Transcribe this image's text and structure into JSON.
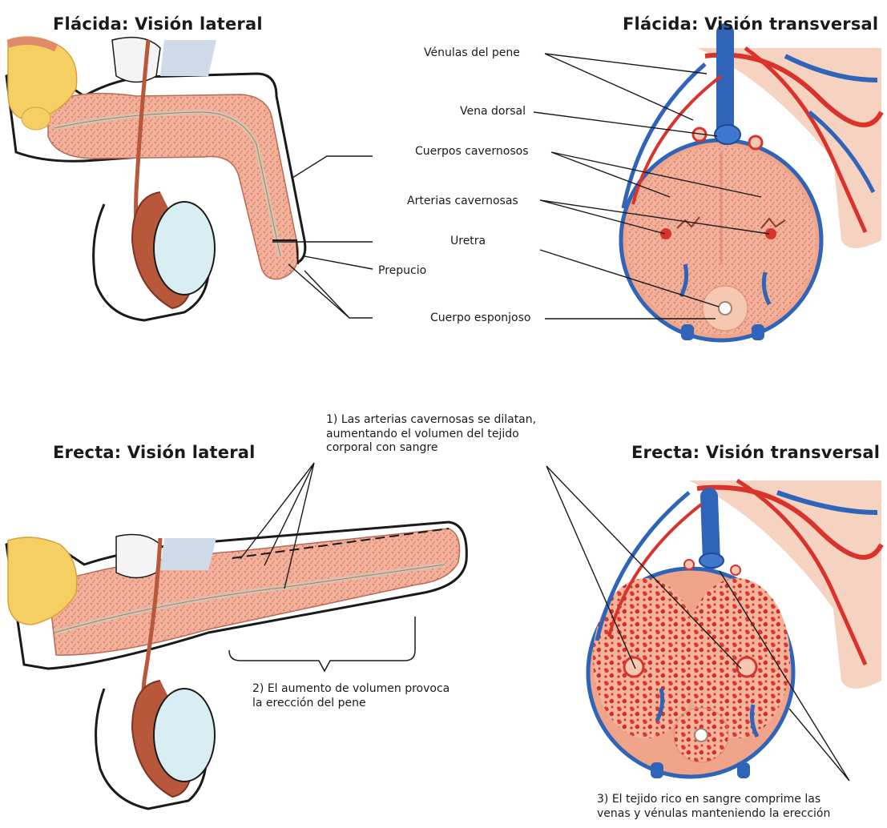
{
  "titles": {
    "flaccid_lateral": "Flácida: Visión lateral",
    "flaccid_transverse": "Flácida: Visión transversal",
    "erect_lateral": "Erecta: Visión lateral",
    "erect_transverse": "Erecta: Visión transversal"
  },
  "labels": {
    "venules": "Vénulas del pene",
    "dorsal_vein": "Vena dorsal",
    "corpora_cavernosa": "Cuerpos cavernosos",
    "cavernous_arteries": "Arterias cavernosas",
    "urethra": "Uretra",
    "prepuce": "Prepucio",
    "corpus_spongiosum": "Cuerpo esponjoso"
  },
  "notes": {
    "step1": [
      "1) Las arterias cavernosas se dilatan,",
      "aumentando el volumen del tejido",
      "corporal con sangre"
    ],
    "step2": [
      "2) El aumento de volumen provoca",
      "la erección del pene"
    ],
    "step3": [
      "3) El tejido rico en sangre comprime las",
      "venas y vénulas manteniendo la erección"
    ]
  },
  "colors": {
    "tissue": "#f0a58a",
    "tissue_light": "#f6c8b2",
    "artery": "#d8342c",
    "vein": "#2f64b8",
    "testis": "#d8eef2",
    "epididymis": "#b8573a",
    "fat": "#f5cf63"
  }
}
